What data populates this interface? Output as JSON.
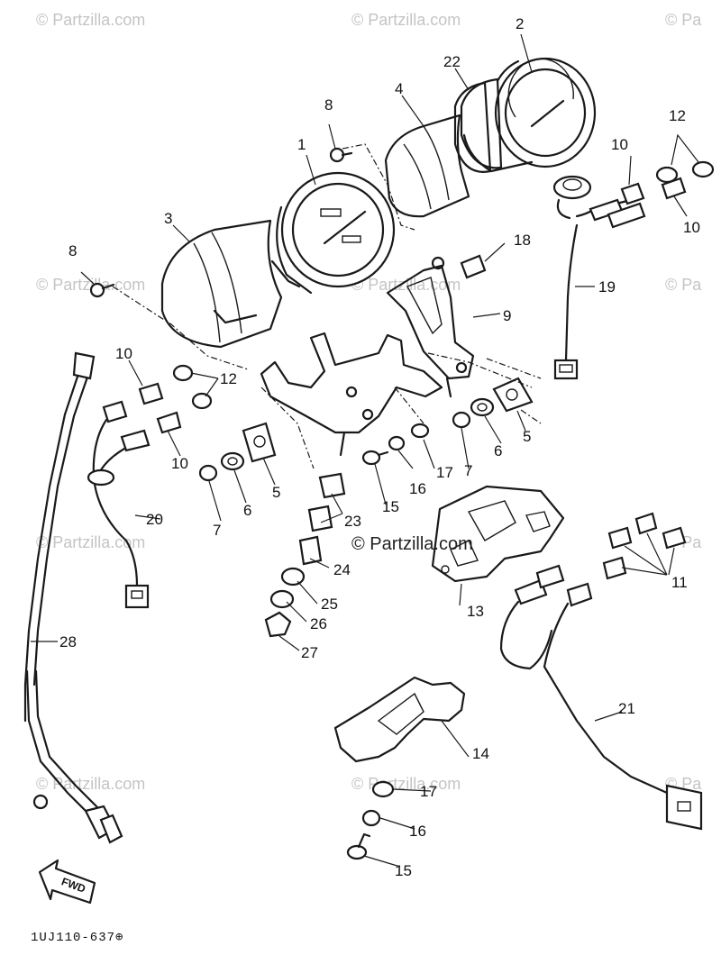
{
  "watermark": {
    "brand": "© Partzilla.com",
    "faint_brand": "© Partzilla.com",
    "cut_left": "© Pa",
    "cut_right": "© Pa"
  },
  "diagram_code": "1UJ110-637⊕",
  "fwd_label": "FWD",
  "callouts": {
    "c1": "1",
    "c2": "2",
    "c3": "3",
    "c4": "4",
    "c5a": "5",
    "c5b": "5",
    "c6a": "6",
    "c6b": "6",
    "c7a": "7",
    "c7b": "7",
    "c8a": "8",
    "c8b": "8",
    "c9": "9",
    "c10a": "10",
    "c10b": "10",
    "c10c": "10",
    "c10d": "10",
    "c11": "11",
    "c12a": "12",
    "c12b": "12",
    "c13": "13",
    "c14": "14",
    "c15a": "15",
    "c15b": "15",
    "c16a": "16",
    "c16b": "16",
    "c17a": "17",
    "c17b": "17",
    "c18": "18",
    "c19": "19",
    "c20": "20",
    "c21": "21",
    "c22": "22",
    "c23": "23",
    "c24": "24",
    "c25": "25",
    "c26": "26",
    "c27": "27",
    "c28": "28"
  },
  "colors": {
    "ink": "#1a1a1a",
    "watermark": "#c4c4c4",
    "paper": "#ffffff"
  }
}
